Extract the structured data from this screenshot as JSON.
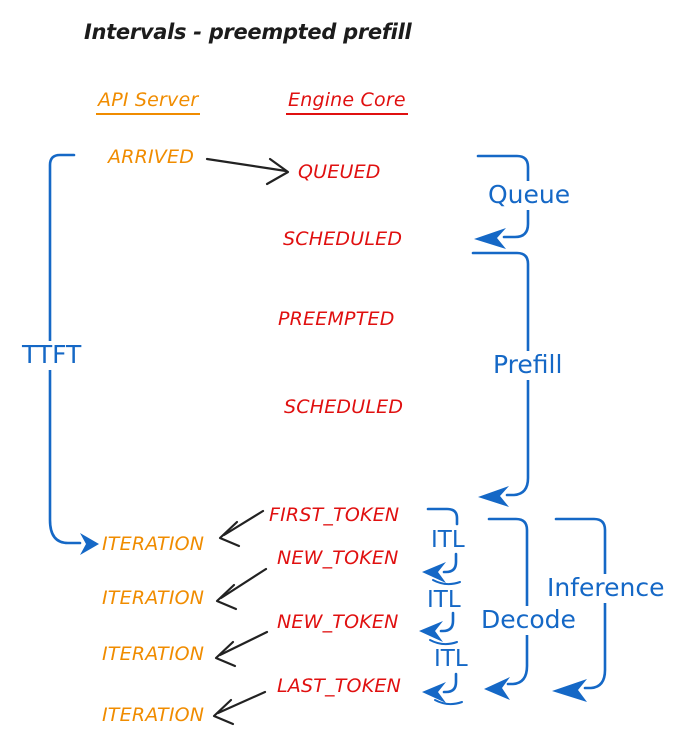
{
  "title": "Intervals - preempted prefill",
  "columns": {
    "api_server": "API Server",
    "engine_core": "Engine Core"
  },
  "api_events": {
    "arrived": "ARRIVED",
    "iteration1": "ITERATION",
    "iteration2": "ITERATION",
    "iteration3": "ITERATION",
    "iteration4": "ITERATION"
  },
  "engine_events": {
    "queued": "QUEUED",
    "scheduled1": "SCHEDULED",
    "preempted": "PREEMPTED",
    "scheduled2": "SCHEDULED",
    "first_token": "FIRST_TOKEN",
    "new_token1": "NEW_TOKEN",
    "new_token2": "NEW_TOKEN",
    "last_token": "LAST_TOKEN"
  },
  "intervals": {
    "ttft": "TTFT",
    "queue": "Queue",
    "prefill": "Prefill",
    "itl1": "ITL",
    "itl2": "ITL",
    "itl3": "ITL",
    "decode": "Decode",
    "inference": "Inference"
  },
  "colors": {
    "api_orange": "#f08c00",
    "engine_red": "#e01010",
    "interval_blue": "#1568c6",
    "ink_black": "#222222",
    "background": "#ffffff"
  }
}
